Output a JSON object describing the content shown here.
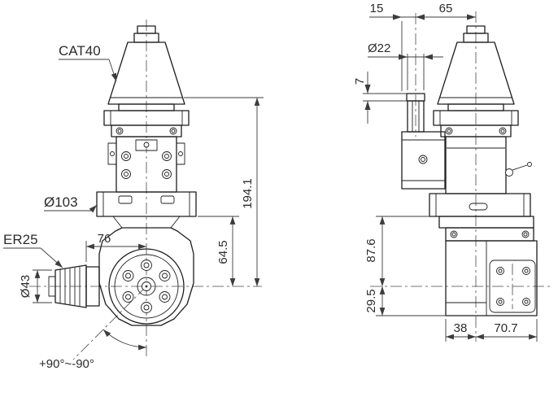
{
  "drawing": {
    "front_view": {
      "taper_label": "CAT40",
      "flange_diameter": "Ø103",
      "collet_label": "ER25",
      "collet_diameter": "Ø43",
      "center_to_nose": "76",
      "gauge_to_center": "194.1",
      "flange_to_center": "64.5",
      "swivel_range": "+90°~-90°"
    },
    "side_view": {
      "stop_offset": "15",
      "stop_to_center": "65",
      "pin_diameter": "Ø22",
      "pin_step": "7",
      "flange_to_center": "87.6",
      "center_to_bottom": "29.5",
      "center_to_left": "38",
      "center_to_right": "70.7"
    }
  }
}
